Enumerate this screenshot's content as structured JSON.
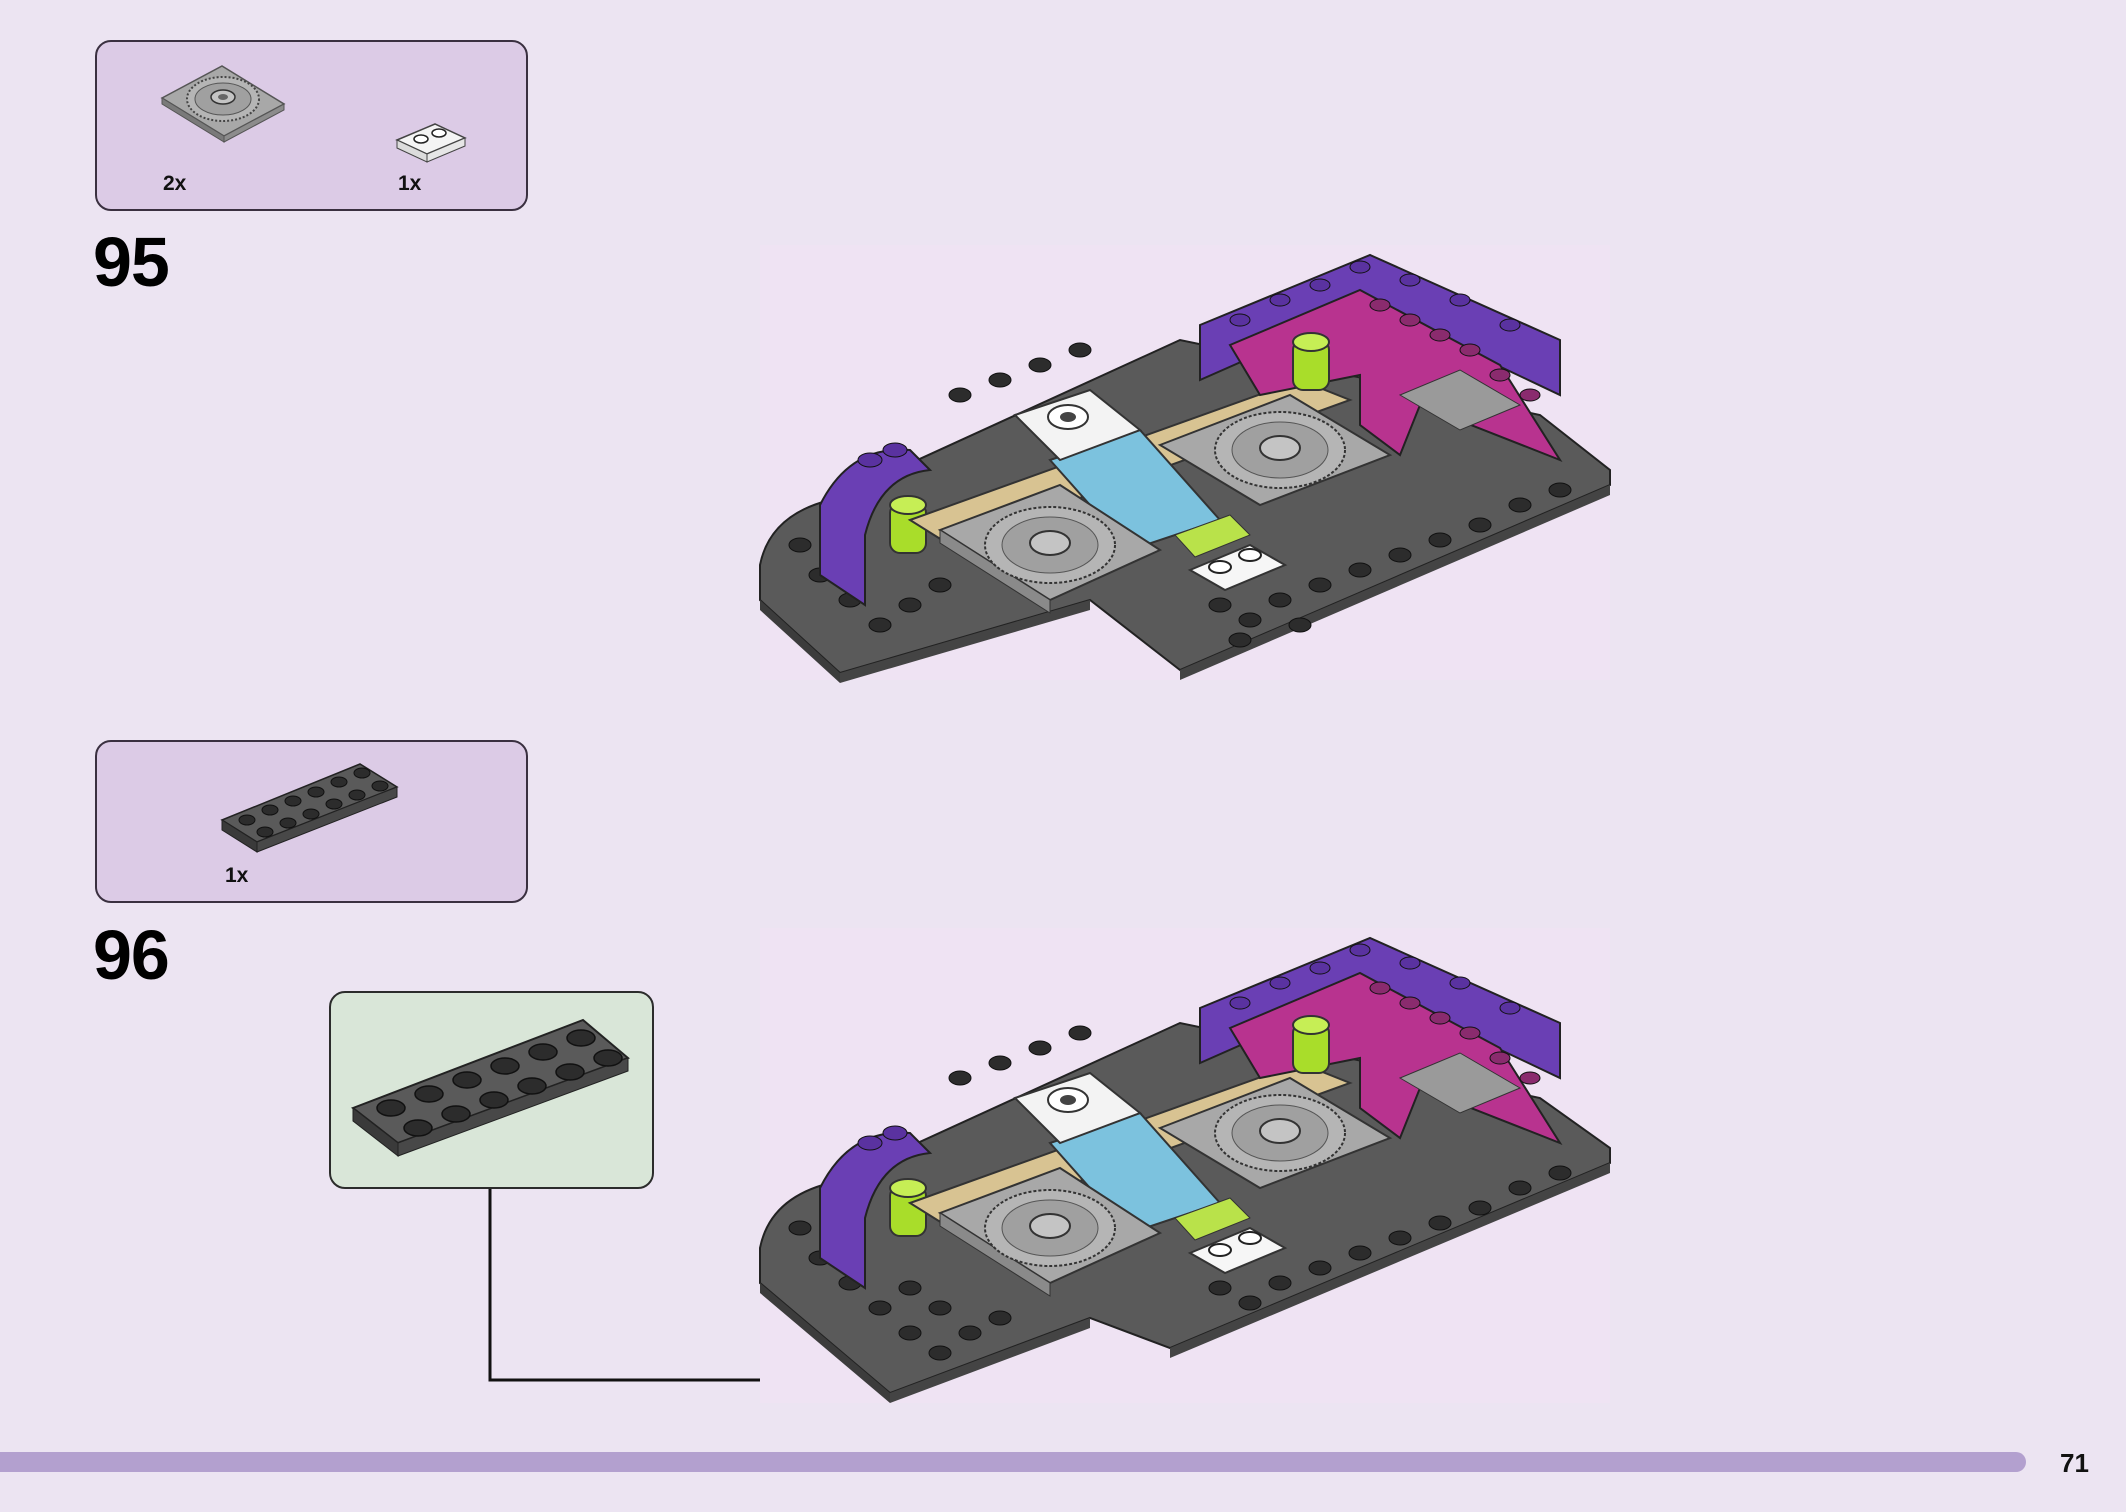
{
  "steps": [
    {
      "number": "95",
      "parts": [
        {
          "name": "gray 4x4 round-gear plate",
          "qty": "2x"
        },
        {
          "name": "white 1x2 plate",
          "qty": "1x"
        }
      ]
    },
    {
      "number": "96",
      "parts": [
        {
          "name": "dark gray 2x6 plate",
          "qty": "1x"
        }
      ]
    }
  ],
  "page": {
    "number": "71"
  },
  "colors": {
    "background": "#ece4f2",
    "parts_box": "#dccbe6",
    "callout": "#d9e6d8",
    "progress_bar": "#b3a0cf",
    "dark_gray": "#5a5a5a",
    "purple": "#6a3fb4",
    "magenta": "#b8338f",
    "lime": "#a9dd2a",
    "azure": "#7cc2de",
    "tan": "#d8c392"
  }
}
